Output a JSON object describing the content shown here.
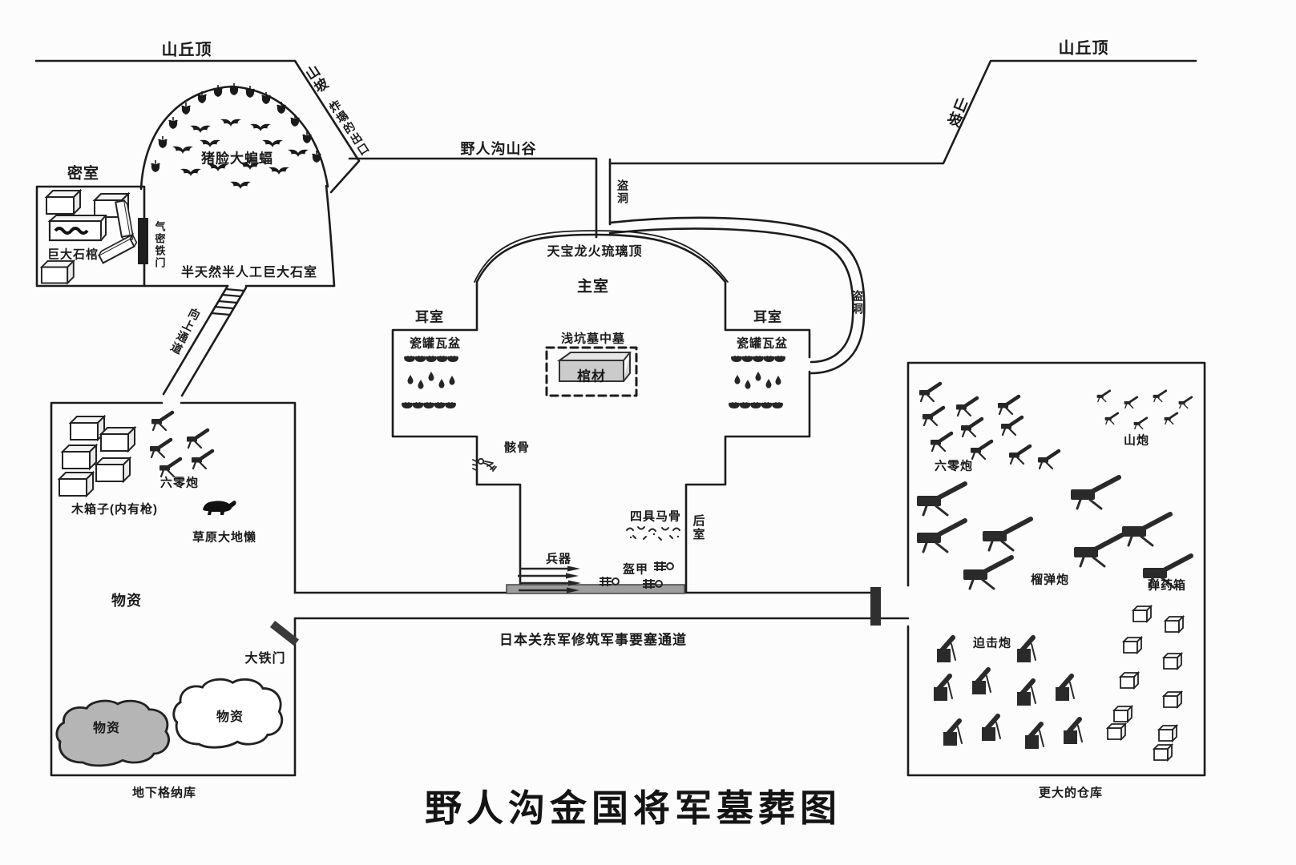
{
  "title": "野人沟金国将军墓葬图",
  "colors": {
    "ink": "#1c1c1c",
    "background": "#fcfcfc",
    "coffin_gray": "#cbcbcb",
    "cloud_gray": "#b5b5b5",
    "floor_bar_gray": "#9e9e9e"
  },
  "terrain": {
    "hilltop_left": "山丘顶",
    "hillside_left": "山坡",
    "collapsed_exit": "炸塌的出口",
    "valley": "野人沟山谷",
    "robber_tunnel_1": "盗洞",
    "robber_tunnel_2": "盗洞",
    "hillside_right": "山坡",
    "hilltop_right": "山丘顶"
  },
  "bat_cave": {
    "bats": "猪脸大蝙蝠",
    "chamber": "半天然半人工巨大石室",
    "passage": "向上通道"
  },
  "secret_room": {
    "name": "密室",
    "stone_coffin": "巨大石棺",
    "iron_door": "气密铁门"
  },
  "tomb": {
    "dome": "天宝龙火琉璃顶",
    "main_chamber": "主室",
    "ear_chamber_left": "耳室",
    "ear_chamber_right": "耳室",
    "pots_left": "瓷罐瓦盆",
    "pots_right": "瓷罐瓦盆",
    "pit_tomb": "浅坑墓中墓",
    "coffin": "棺材",
    "skeleton": "骸骨",
    "horse_bones": "四具马骨",
    "weapons": "兵器",
    "armor": "盔甲",
    "rear_chamber": "后室"
  },
  "corridor": {
    "label": "日本关东军修筑军事要塞通道",
    "iron_gate": "大铁门"
  },
  "hangar": {
    "caption": "地下格纳库",
    "crates": "木箱子(内有枪)",
    "mortar_60": "六零炮",
    "ground_sloth": "草原大地懒",
    "supplies_a": "物资",
    "supplies_b": "物资",
    "supplies_c": "物资"
  },
  "warehouse": {
    "caption": "更大的仓库",
    "mortar_60": "六零炮",
    "mountain_gun": "山炮",
    "howitzer": "榴弹炮",
    "ammo_boxes": "弹药箱",
    "mortar": "迫击炮"
  },
  "icons": {
    "bat-icon": "flying bat silhouette",
    "hanging-bat-icon": "bat hanging from cave roof",
    "crate-icon": "3D wooden crate",
    "ammo-box-icon": "3D ammunition box",
    "field-gun-icon": "small dark artillery piece",
    "howitzer-icon": "large dark artillery piece",
    "mortar-icon": "mortar tube on square base",
    "pot-icon": "clay pot / bowl",
    "jar-icon": "small jar droplet",
    "spear-icon": "spear with leaf head",
    "armor-icon": "armor bundle",
    "bones-icon": "scattered horse bones",
    "skeleton-icon": "human skeleton doodle",
    "sloth-icon": "dark beast silhouette",
    "cloud-icon": "supply pile cloud",
    "coffin-icon": "gray stone coffin",
    "slab-icon": "stone slab",
    "door-icon": "black airtight iron door",
    "gate-icon": "dark iron gate bar",
    "ladder-icon": "ladder rungs in passage"
  }
}
